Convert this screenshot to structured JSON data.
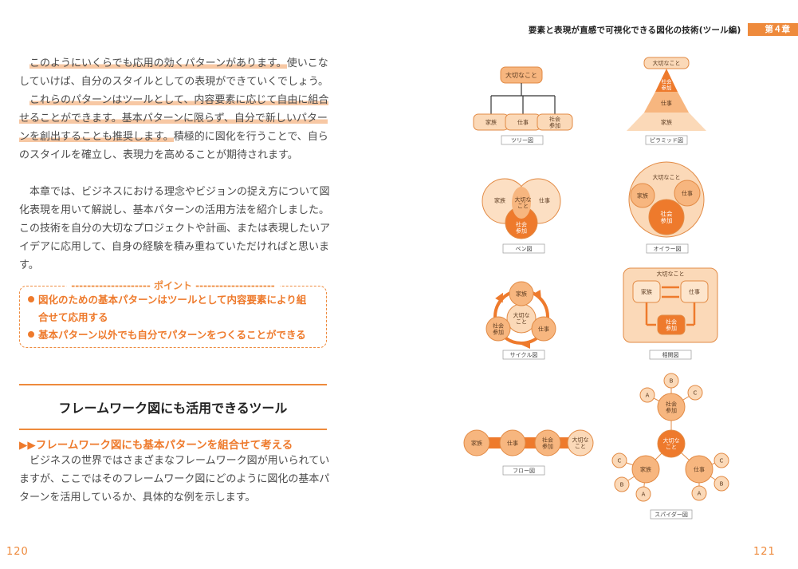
{
  "header": {
    "title": "要素と表現が直感で可視化できる図化の技術(ツール編)",
    "chapter": "第４章"
  },
  "left": {
    "p1": [
      {
        "t": "このようにいくらでも応用の効くパターンがあります。",
        "h": true
      },
      {
        "t": "使いこなしていけば、自分のスタイルとしての表現ができていくでしょう。",
        "h": false
      },
      {
        "t": "　",
        "h": false,
        "br": true
      },
      {
        "t": "これらのパターンはツールとして、内容要素に応じて自由に組合せることができます。基本パターンに限らず、自分で新しいパターンを創出することも推奨します。",
        "h": true
      },
      {
        "t": "積極的に図化を行うことで、自らのスタイルを確立し、表現力を高めることが期待されます。",
        "h": false
      }
    ],
    "p2": "本章では、ビジネスにおける理念やビジョンの捉え方について図化表現を用いて解説し、基本パターンの活用方法を紹介しました。この技術を自分の大切なプロジェクトや計画、または表現したいアイデアに応用して、自身の経験を積み重ねていただければと思います。",
    "point": {
      "label": "-------------------- ポイント --------------------",
      "items": [
        "図化のための基本パターンはツールとして内容要素により組",
        "合せて応用する",
        "基本パターン以外でも自分でパターンをつくることができる"
      ]
    },
    "section_title": "フレームワーク図にも活用できるツール",
    "sub_head": "▶▶フレームワーク図にも基本パターンを組合せて考える",
    "p3": "ビジネスの世界ではさまざまなフレームワーク図が用いられていますが、ここではそのフレームワーク図にどのように図化の基本パターンを活用しているか、具体的な例を示します。",
    "page_number": "120"
  },
  "right": {
    "page_number": "121",
    "colors": {
      "light": "#fbd9b8",
      "mid": "#f7b67f",
      "dark": "#ee7a2c",
      "stroke": "#e28a44"
    },
    "tree": {
      "top": "大切なこと",
      "children": [
        "家族",
        "仕事",
        "社会\n参加"
      ],
      "caption": "ツリー図"
    },
    "pyramid": {
      "top": "大切なこと",
      "levels": [
        "社会\n参加",
        "仕事",
        "家族"
      ],
      "caption": "ピラミッド図"
    },
    "venn": {
      "a": "家族",
      "b": "仕事",
      "c": "社会\n参加",
      "center": "大切な\nこと",
      "caption": "ベン図"
    },
    "euler": {
      "outer": "大切なこと",
      "a": "家族",
      "b": "仕事",
      "c": "社会\n参加",
      "caption": "オイラー図"
    },
    "cycle": {
      "center": "大切な\nこと",
      "nodes": [
        "家族",
        "仕事",
        "社会\n参加"
      ],
      "caption": "サイクル図"
    },
    "relation": {
      "top": "大切なこと",
      "a": "家族",
      "b": "仕事",
      "c": "社会\n参加",
      "caption": "相関図"
    },
    "flow": {
      "nodes": [
        "家族",
        "仕事",
        "社会\n参加",
        "大切な\nこと"
      ],
      "caption": "フロー図"
    },
    "spider": {
      "center": "大切な\nこと",
      "hubs": [
        "社会\n参加",
        "家族",
        "仕事"
      ],
      "leaves": [
        "A",
        "B",
        "C"
      ],
      "caption": "スパイダー図"
    }
  }
}
